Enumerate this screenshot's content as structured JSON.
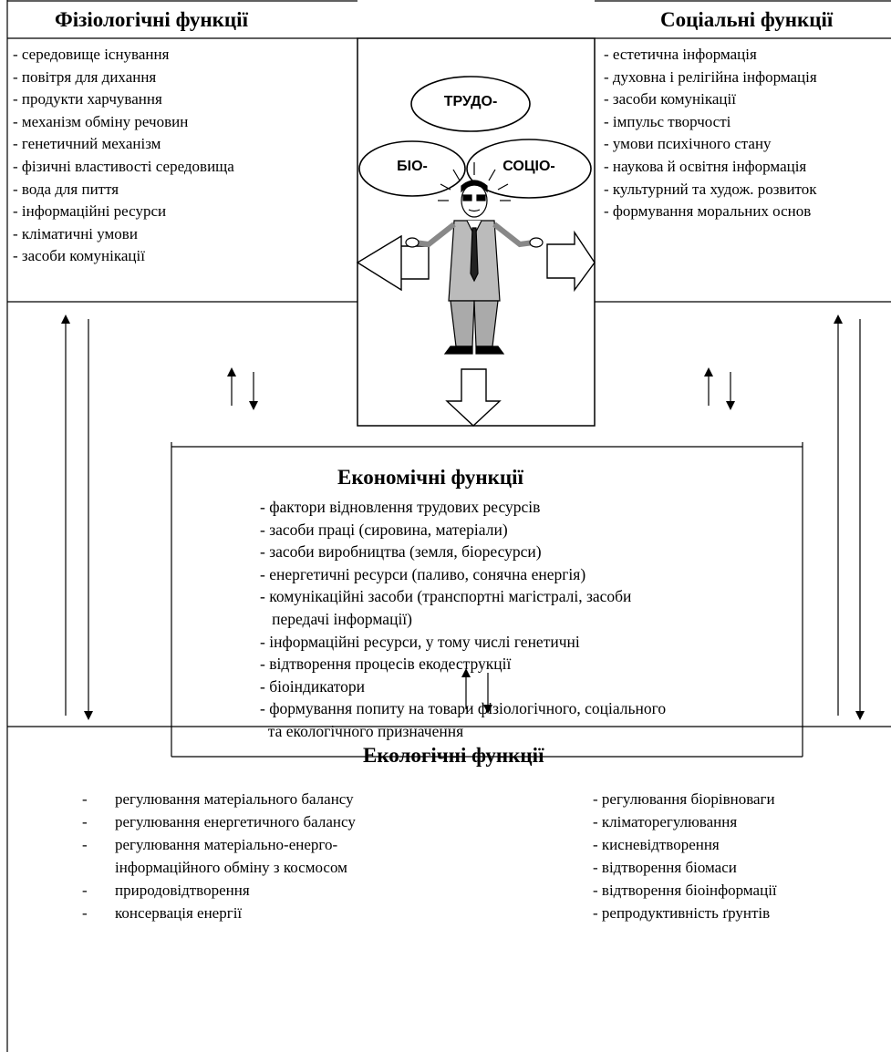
{
  "physiological": {
    "title": "Фізіологічні функції",
    "items": [
      "- середовище існування",
      "- повітря для дихання",
      "- продукти харчування",
      "- механізм обміну речовин",
      "- генетичний механізм",
      "- фізичні властивості середовища",
      "- вода для пиття",
      "- інформаційні ресурси",
      "- кліматичні умови",
      "- засоби комунікації"
    ]
  },
  "social": {
    "title": "Соціальні функції",
    "items": [
      "- естетична інформація",
      "- духовна і релігійна інформація",
      "- засоби комунікації",
      "- імпульс творчості",
      "- умови психічного стану",
      "- наукова й освітня інформація",
      "- культурний та худож. розвиток",
      "- формування моральних основ"
    ]
  },
  "center": {
    "oval_top": "ТРУДО-",
    "oval_left": "БІО-",
    "oval_right": "СОЦІО-"
  },
  "economic": {
    "title": "Економічні функції",
    "items": [
      "- фактори відновлення трудових ресурсів",
      "- засоби праці (сировина, матеріали)",
      "- засоби виробництва (земля, біоресурси)",
      "- енергетичні ресурси (паливо, сонячна енергія)",
      "- комунікаційні засоби (транспортні магістралі, засоби",
      "   передачі інформації)",
      "- інформаційні ресурси, у тому числі генетичні",
      "- відтворення процесів екодеструкції",
      "- біоіндикатори",
      "- формування попиту на товари фізіологічного, соціального",
      "  та екологічного призначення"
    ]
  },
  "ecological": {
    "title": "Екологічні функції",
    "left_items": [
      "регулювання матеріального балансу",
      "регулювання енергетичного балансу",
      "регулювання матеріально-енерго-",
      "інформаційного обміну з космосом",
      "природовідтворення",
      "консервація енергії"
    ],
    "right_items": [
      "- регулювання біорівноваги",
      "- кліматорегулювання",
      "- кисневідтворення",
      "- відтворення біомаси",
      "- відтворення біоінформації",
      "- репродуктивність ґрунтів"
    ]
  }
}
